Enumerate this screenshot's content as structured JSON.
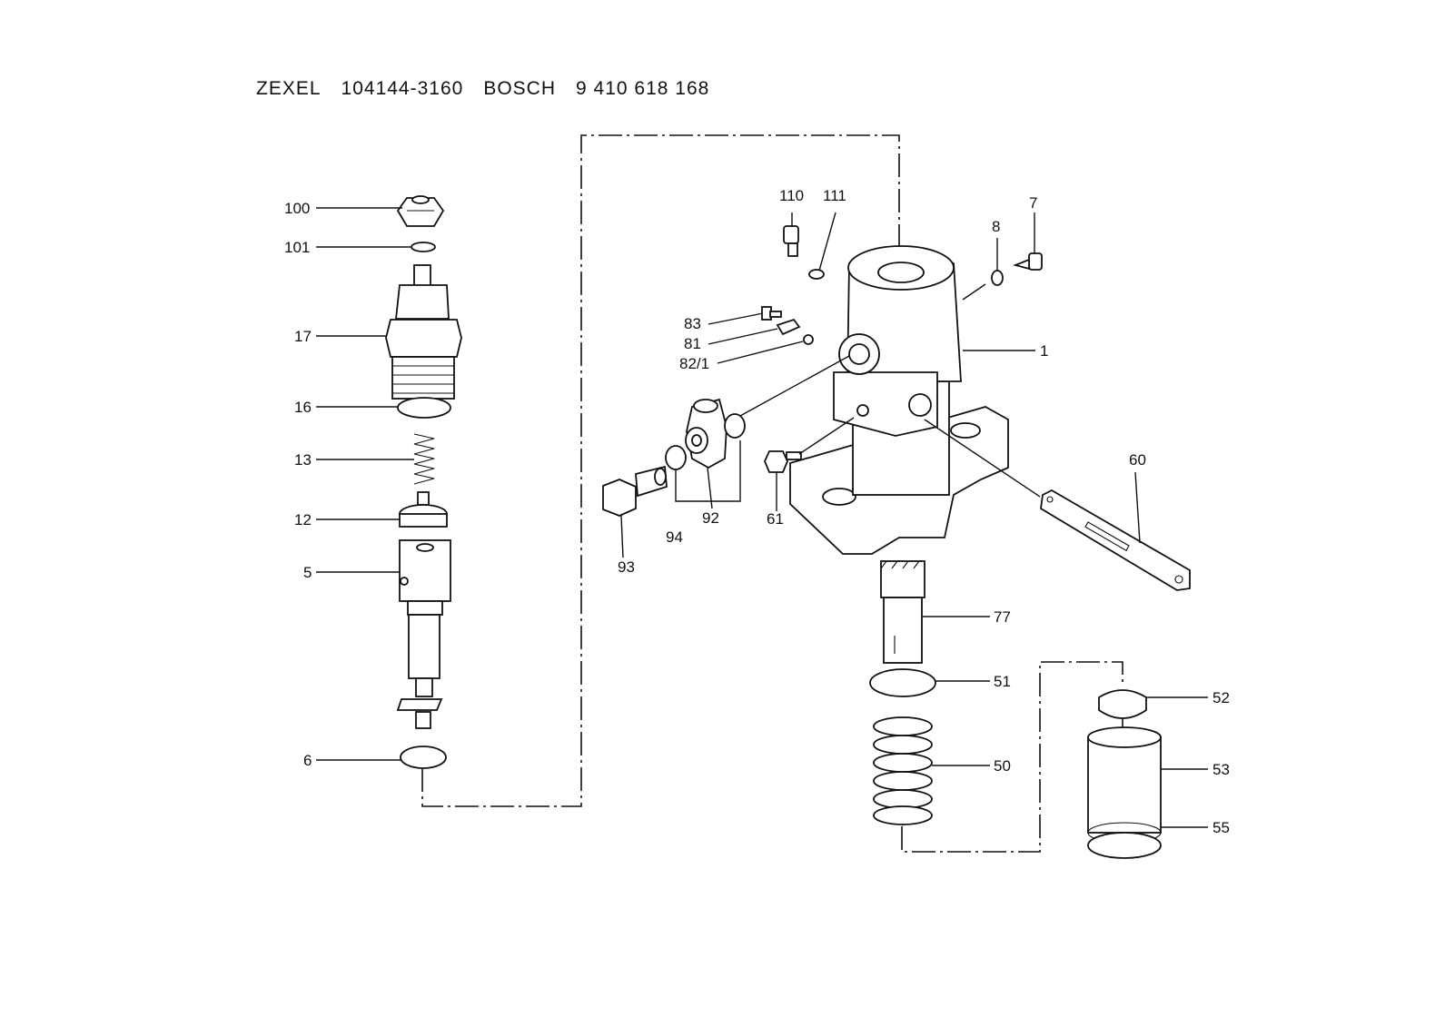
{
  "title": {
    "maker1": "ZEXEL",
    "code1": "104144-3160",
    "maker2": "BOSCH",
    "code2": "9 410 618 168"
  },
  "labels": {
    "l100": "100",
    "l101": "101",
    "l17": "17",
    "l16": "16",
    "l13": "13",
    "l12": "12",
    "l5": "5",
    "l6": "6",
    "l110": "110",
    "l111": "111",
    "l8": "8",
    "l7": "7",
    "l83": "83",
    "l81": "81",
    "l82_1": "82/1",
    "l1": "1",
    "l60": "60",
    "l61": "61",
    "l92": "92",
    "l93": "93",
    "l94": "94",
    "l77": "77",
    "l51": "51",
    "l52": "52",
    "l50": "50",
    "l53": "53",
    "l55": "55"
  }
}
